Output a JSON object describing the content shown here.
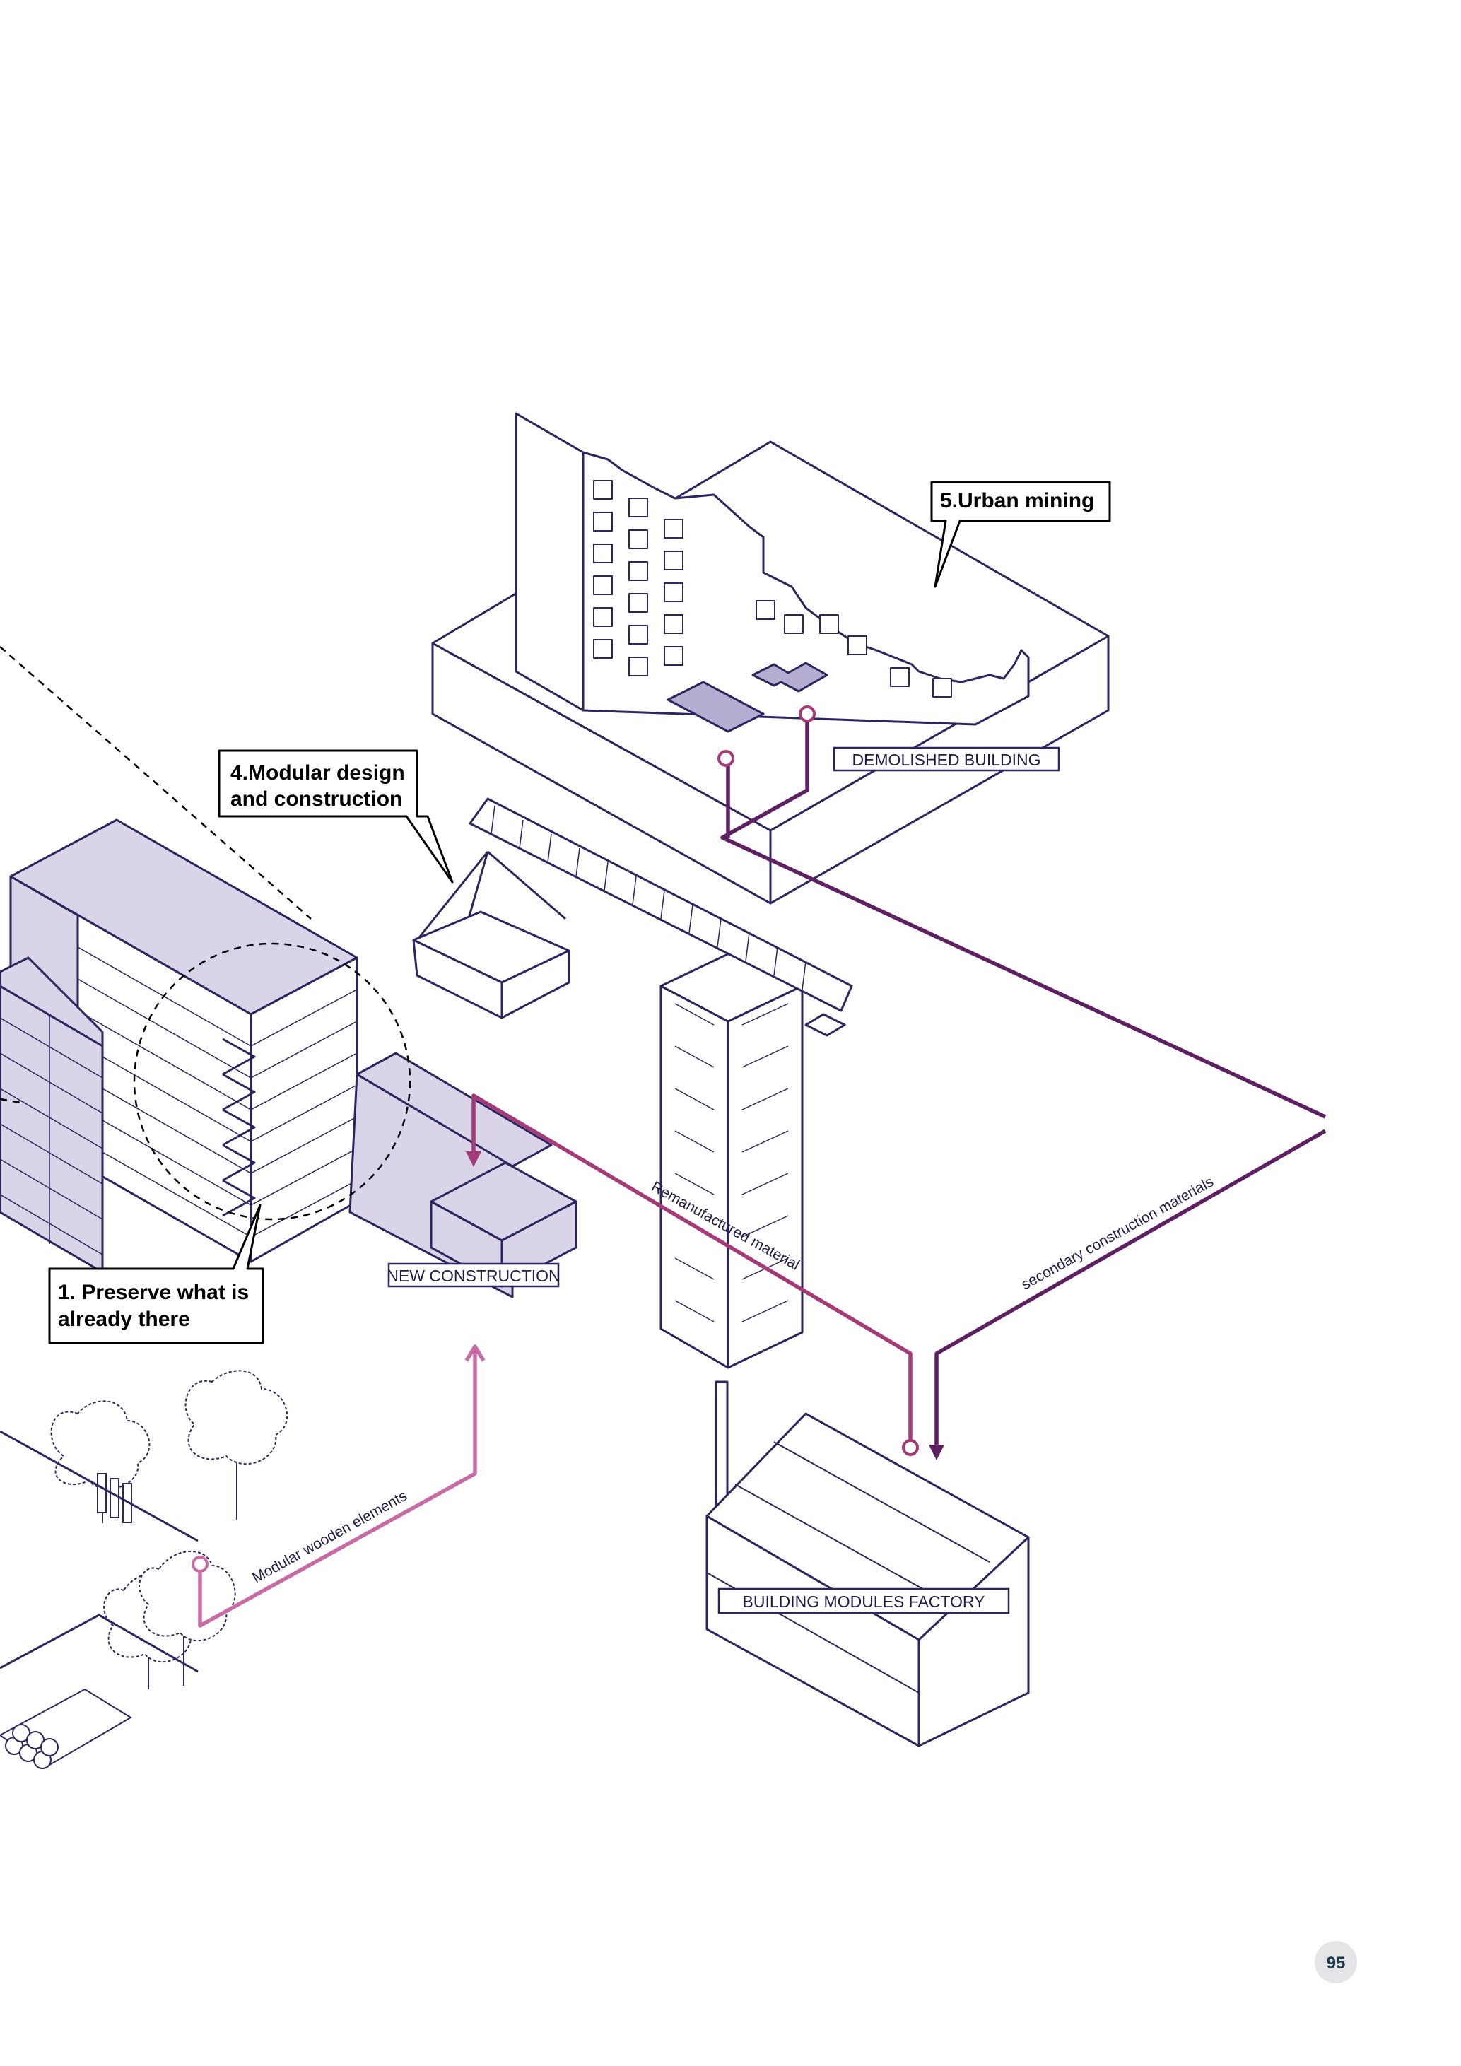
{
  "callouts": {
    "urban_mining": "5.Urban mining",
    "modular_line1": "4.Modular design",
    "modular_line2": "and construction",
    "preserve_line1": "1. Preserve what is",
    "preserve_line2": "already there"
  },
  "labels": {
    "demolished": "DEMOLISHED BUILDING",
    "new_construction": "NEW CONSTRUCTION",
    "factory": "BUILDING MODULES FACTORY"
  },
  "flows": {
    "remanufactured": "Remanufactured material",
    "secondary": "secondary construction materials",
    "modular_wood": "Modular wooden elements"
  },
  "page_number": "95",
  "colors": {
    "outline": "#2b2560",
    "fill_purple": "#d9d4e7",
    "fill_dark": "#b5aed0",
    "flow_dark": "#5e1f63",
    "flow_mid": "#a63a78",
    "flow_light": "#c86aa6"
  }
}
